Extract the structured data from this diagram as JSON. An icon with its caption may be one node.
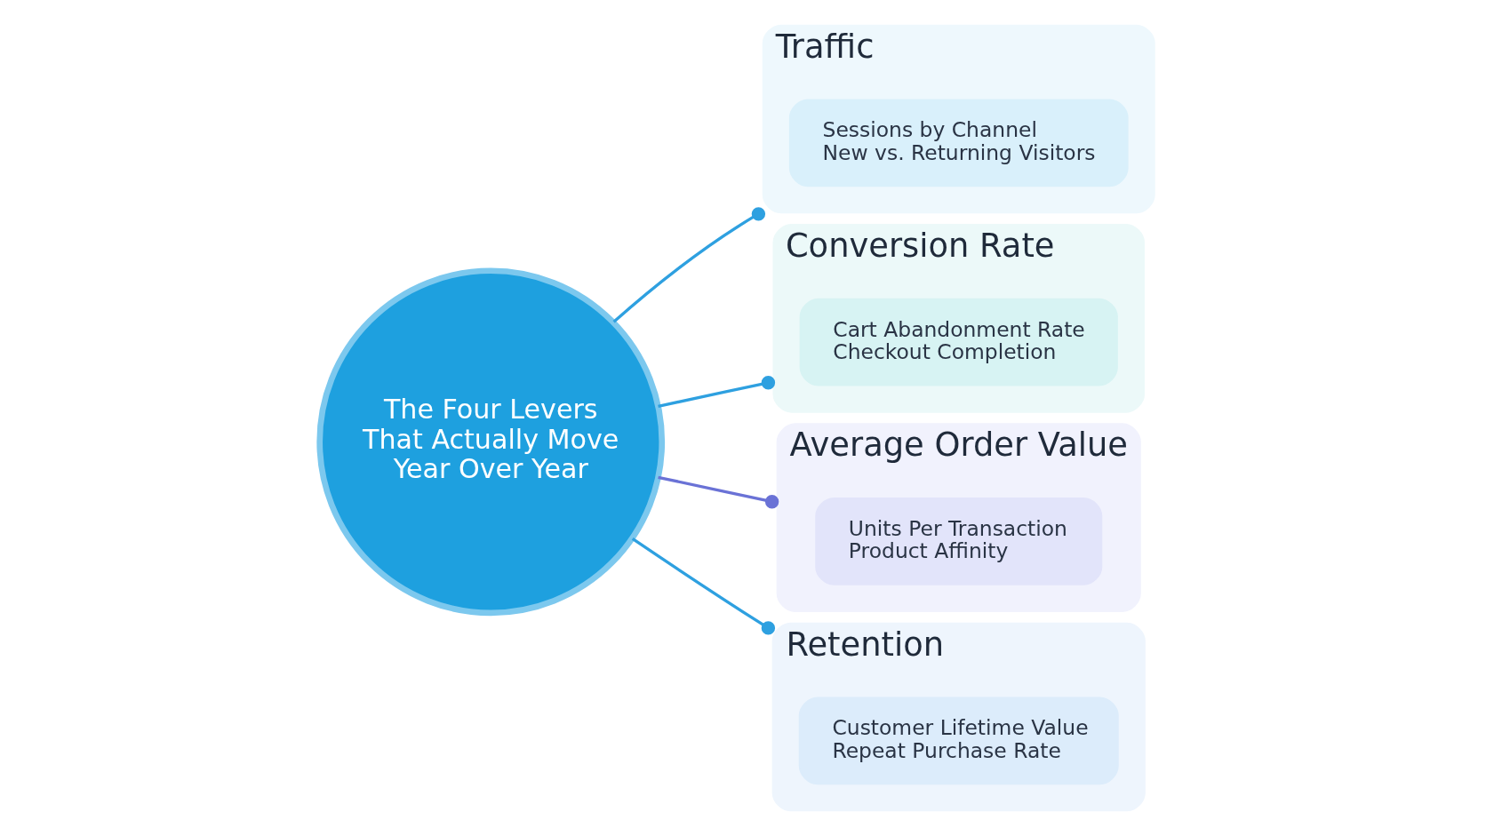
{
  "diagram": {
    "nodes": [
      {
        "text": [
          "The Four Levers That Actually Move Year Over Year"
        ]
      },
      {
        "text": [
          "Traffic"
        ]
      },
      {
        "text": [
          "Sessions by Channel",
          "New vs. Returning Visitors"
        ],
        "in": 1
      },
      {
        "text": [
          "Conversion Rate"
        ]
      },
      {
        "text": [
          "Cart Abandonment Rate",
          "Checkout Completion"
        ],
        "in": 3
      },
      {
        "text": [
          "Average Order Value"
        ]
      },
      {
        "text": [
          "Units Per Transaction",
          "Product Affinity"
        ],
        "in": 5
      },
      {
        "text": [
          "Retention"
        ]
      },
      {
        "text": [
          "Customer Lifetime Value",
          "Repeat Purchase Rate"
        ],
        "in": 7
      }
    ],
    "edges": [
      {
        "from": 0,
        "to": 1,
        "arrow": "other"
      },
      {
        "from": 0,
        "to": 3,
        "arrow": "other"
      },
      {
        "from": 0,
        "to": 5,
        "arrow": "other",
        "color": "#6a72d6"
      },
      {
        "from": 0,
        "to": 7,
        "arrow": "other"
      }
    ]
  }
}
